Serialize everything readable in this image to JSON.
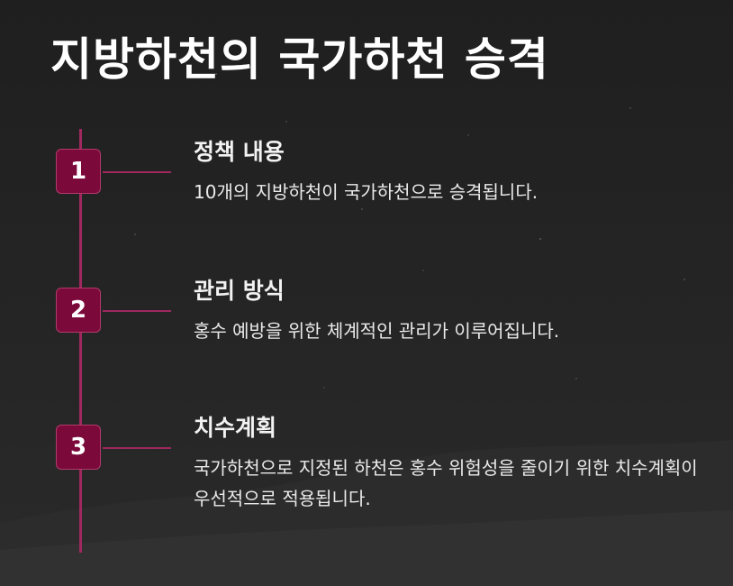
{
  "page": {
    "title": "지방하천의 국가하천 승격"
  },
  "colors": {
    "background": "#232323",
    "accent": "#a0285e",
    "badge": "#7b0a3b"
  },
  "steps": [
    {
      "number": "1",
      "heading": "정책 내용",
      "description": "10개의 지방하천이 국가하천으로 승격됩니다."
    },
    {
      "number": "2",
      "heading": "관리 방식",
      "description": "홍수 예방을 위한 체계적인 관리가 이루어집니다."
    },
    {
      "number": "3",
      "heading": "치수계획",
      "description": "국가하천으로 지정된 하천은 홍수 위험성을 줄이기 위한 치수계획이 우선적으로 적용됩니다."
    }
  ]
}
